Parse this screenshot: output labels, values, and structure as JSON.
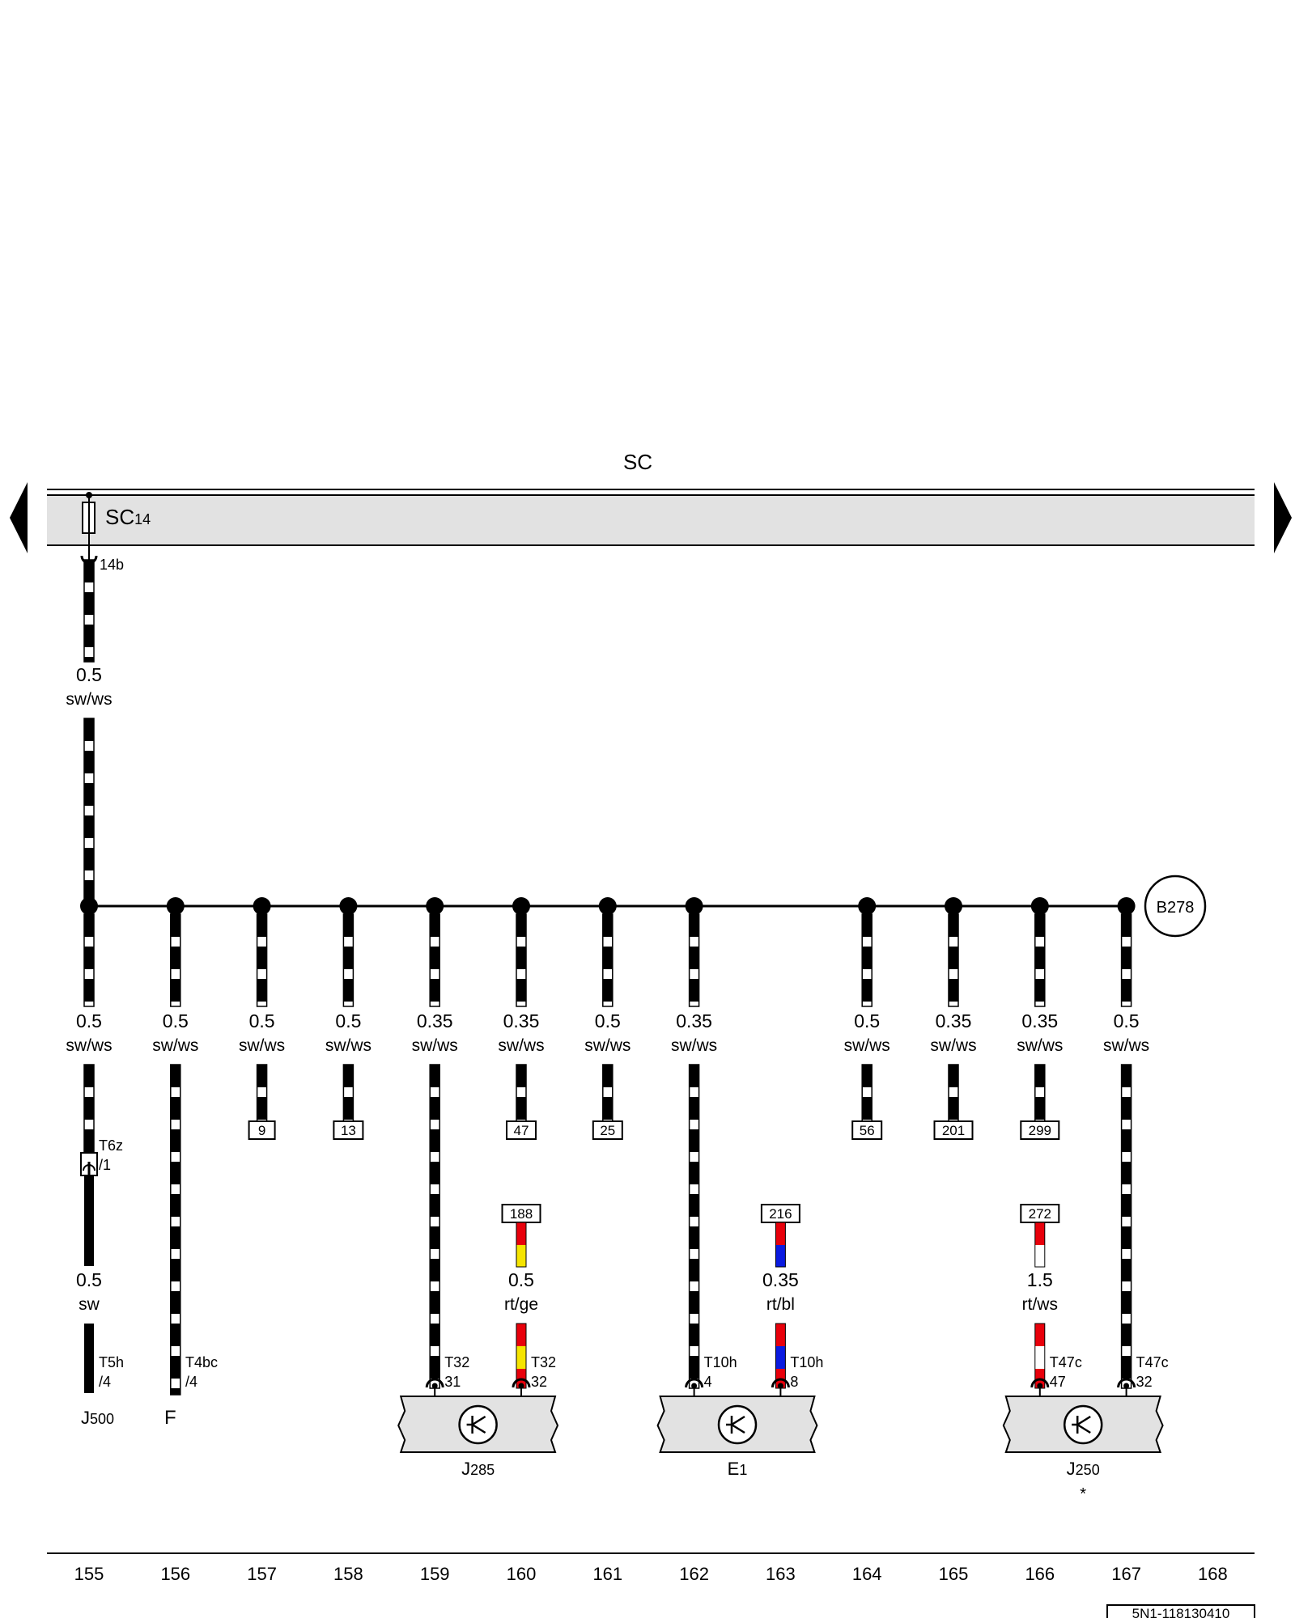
{
  "bus": {
    "label": "SC",
    "fuse_label": "SC",
    "fuse_sub": "14",
    "pin": "14b"
  },
  "ground_point": "B278",
  "top_wire": {
    "size": "0.5",
    "color": "sw/ws"
  },
  "wires": [
    {
      "col": 155,
      "size": "0.5",
      "color": "sw/ws"
    },
    {
      "col": 156,
      "size": "0.5",
      "color": "sw/ws"
    },
    {
      "col": 157,
      "size": "0.5",
      "color": "sw/ws",
      "ref": "9"
    },
    {
      "col": 158,
      "size": "0.5",
      "color": "sw/ws",
      "ref": "13"
    },
    {
      "col": 159,
      "size": "0.35",
      "color": "sw/ws"
    },
    {
      "col": 160,
      "size": "0.35",
      "color": "sw/ws",
      "ref": "47"
    },
    {
      "col": 161,
      "size": "0.5",
      "color": "sw/ws",
      "ref": "25"
    },
    {
      "col": 162,
      "size": "0.35",
      "color": "sw/ws"
    },
    {
      "col": 164,
      "size": "0.5",
      "color": "sw/ws",
      "ref": "56"
    },
    {
      "col": 165,
      "size": "0.35",
      "color": "sw/ws",
      "ref": "201"
    },
    {
      "col": 166,
      "size": "0.35",
      "color": "sw/ws",
      "ref": "299"
    },
    {
      "col": 167,
      "size": "0.5",
      "color": "sw/ws"
    }
  ],
  "col155": {
    "connector": "T6z",
    "connector_pin": "/1",
    "lower_size": "0.5",
    "lower_color": "sw",
    "end_conn": "T5h",
    "end_pin": "/4",
    "component": "J",
    "component_sub": "500"
  },
  "col156": {
    "end_conn": "T4bc",
    "end_pin": "/4",
    "component": "F"
  },
  "refwires": [
    {
      "col": 160,
      "ref": "188",
      "size": "0.5",
      "color": "rt/ge",
      "c1": "#e8000b",
      "c2": "#f5e400"
    },
    {
      "col": 163,
      "ref": "216",
      "size": "0.35",
      "color": "rt/bl",
      "c1": "#e8000b",
      "c2": "#0a1ae0"
    },
    {
      "col": 166,
      "ref": "272",
      "size": "1.5",
      "color": "rt/ws",
      "c1": "#e8000b",
      "c2": "#ffffff"
    }
  ],
  "components": [
    {
      "id": "J",
      "sub": "285",
      "star": "",
      "pins": [
        {
          "col": 159,
          "conn": "T32",
          "pin": "31"
        },
        {
          "col": 160,
          "conn": "T32",
          "pin": "32"
        }
      ]
    },
    {
      "id": "E",
      "sub": "1",
      "star": "",
      "pins": [
        {
          "col": 162,
          "conn": "T10h",
          "pin": "4"
        },
        {
          "col": 163,
          "conn": "T10h",
          "pin": "8"
        }
      ]
    },
    {
      "id": "J",
      "sub": "250",
      "star": "*",
      "pins": [
        {
          "col": 166,
          "conn": "T47c",
          "pin": "47"
        },
        {
          "col": 167,
          "conn": "T47c",
          "pin": "32"
        }
      ]
    }
  ],
  "columns": [
    "155",
    "156",
    "157",
    "158",
    "159",
    "160",
    "161",
    "162",
    "163",
    "164",
    "165",
    "166",
    "167",
    "168"
  ],
  "doc_id": "5N1-118130410",
  "colors": {
    "bus_fill": "#e2e2e2",
    "wire": "#000000",
    "white": "#ffffff"
  }
}
